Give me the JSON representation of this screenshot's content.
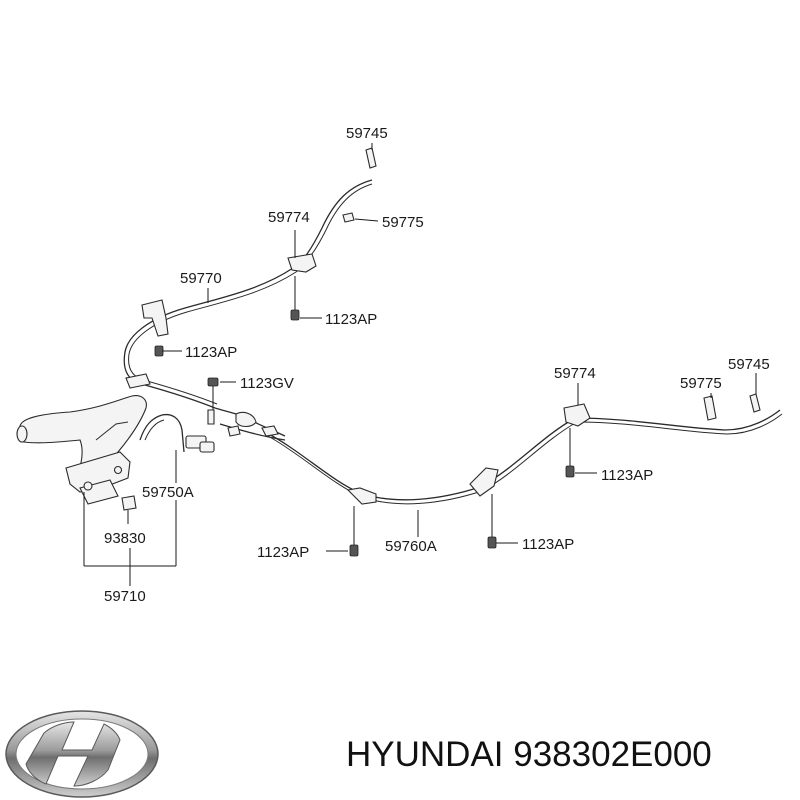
{
  "labels": {
    "l59745_top": "59745",
    "l59774_top": "59774",
    "l59775_top": "59775",
    "l59770": "59770",
    "l1123AP_a": "1123AP",
    "l1123AP_b": "1123AP",
    "l1123GV": "1123GV",
    "l59774_right": "59774",
    "l59745_right": "59745",
    "l59775_right": "59775",
    "l1123AP_c": "1123AP",
    "l59750A": "59750A",
    "l93830": "93830",
    "l1123AP_d": "1123AP",
    "l59760A": "59760A",
    "l1123AP_e": "1123AP",
    "l59710": "59710"
  },
  "brand": {
    "logo_icon": "hyundai-logo",
    "text": "HYUNDAI 938302E000"
  }
}
